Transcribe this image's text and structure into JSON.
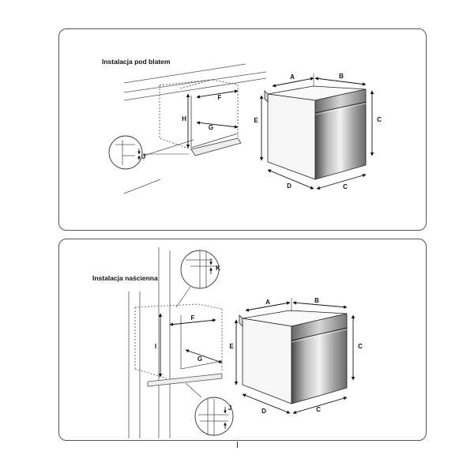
{
  "top_panel": {
    "title": "Instalacja pod blatem",
    "labels": {
      "A": "A",
      "B": "B",
      "C_height": "C",
      "C_base": "C",
      "D": "D",
      "E": "E",
      "F": "F",
      "G": "G",
      "H": "H",
      "J": "J"
    }
  },
  "bottom_panel": {
    "title": "Instalacja naścienna",
    "labels": {
      "A": "A",
      "B": "B",
      "C_height": "C",
      "C_base": "C",
      "D": "D",
      "E": "E",
      "F": "F",
      "G": "G",
      "I": "I",
      "J": "J",
      "K": "K"
    }
  }
}
